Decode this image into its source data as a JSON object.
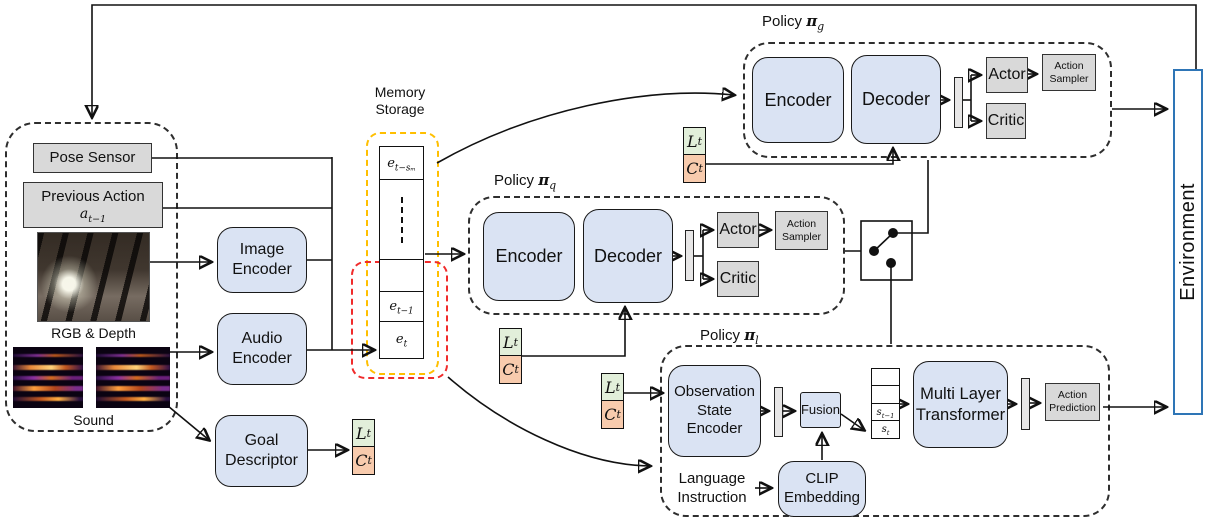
{
  "colors": {
    "box_blue": "#dae3f3",
    "box_gray": "#d9d9d9",
    "bar_fill": "#e7e6e6",
    "lt_green": "#e2efda",
    "ct_orange": "#f8cbad",
    "memory_outline": "#ffbf00",
    "memory_recent_outline": "#f02b2b",
    "env_border": "#2e75b6"
  },
  "input_panel": {
    "pose_sensor": "Pose Sensor",
    "previous_action": "Previous Action",
    "prev_action_math": {
      "base": "a",
      "sub": "t−1"
    },
    "rgb_caption": "RGB & Depth",
    "sound_caption": "Sound"
  },
  "blocks": {
    "image_encoder": {
      "line1": "Image",
      "line2": "Encoder"
    },
    "audio_encoder": {
      "line1": "Audio",
      "line2": "Encoder"
    },
    "goal_descriptor": {
      "line1": "Goal",
      "line2": "Descriptor"
    }
  },
  "memory": {
    "title_line1": "Memory",
    "title_line2": "Storage",
    "cell_top": {
      "base": "e",
      "sub": "t−sₘ"
    },
    "cell_prev": {
      "base": "e",
      "sub": "t−1"
    },
    "cell_cur": {
      "base": "e",
      "sub": "t"
    }
  },
  "math": {
    "L": {
      "base": "L",
      "sub": "t"
    },
    "C": {
      "base": "C",
      "sub": "t"
    },
    "s_prev": {
      "base": "s",
      "sub": "t−1"
    },
    "s_cur": {
      "base": "s",
      "sub": "t"
    }
  },
  "policies": {
    "titles": {
      "prefix": "Policy",
      "pi": "π",
      "g": "g",
      "q": "q",
      "l": "l"
    },
    "shared": {
      "encoder": "Encoder",
      "decoder": "Decoder",
      "actor": "Actor",
      "critic": "Critic",
      "action_sampler_line1": "Action",
      "action_sampler_line2": "Sampler"
    },
    "local": {
      "obs_line1": "Observation",
      "obs_line2": "State",
      "obs_line3": "Encoder",
      "fusion": "Fusion",
      "transformer_line1": "Multi Layer",
      "transformer_line2": "Transformer",
      "action_prediction_line1": "Action",
      "action_prediction_line2": "Prediction",
      "clip_line1": "CLIP",
      "clip_line2": "Embedding",
      "language_line1": "Language",
      "language_line2": "Instruction"
    }
  },
  "environment": {
    "label": "Environment"
  }
}
